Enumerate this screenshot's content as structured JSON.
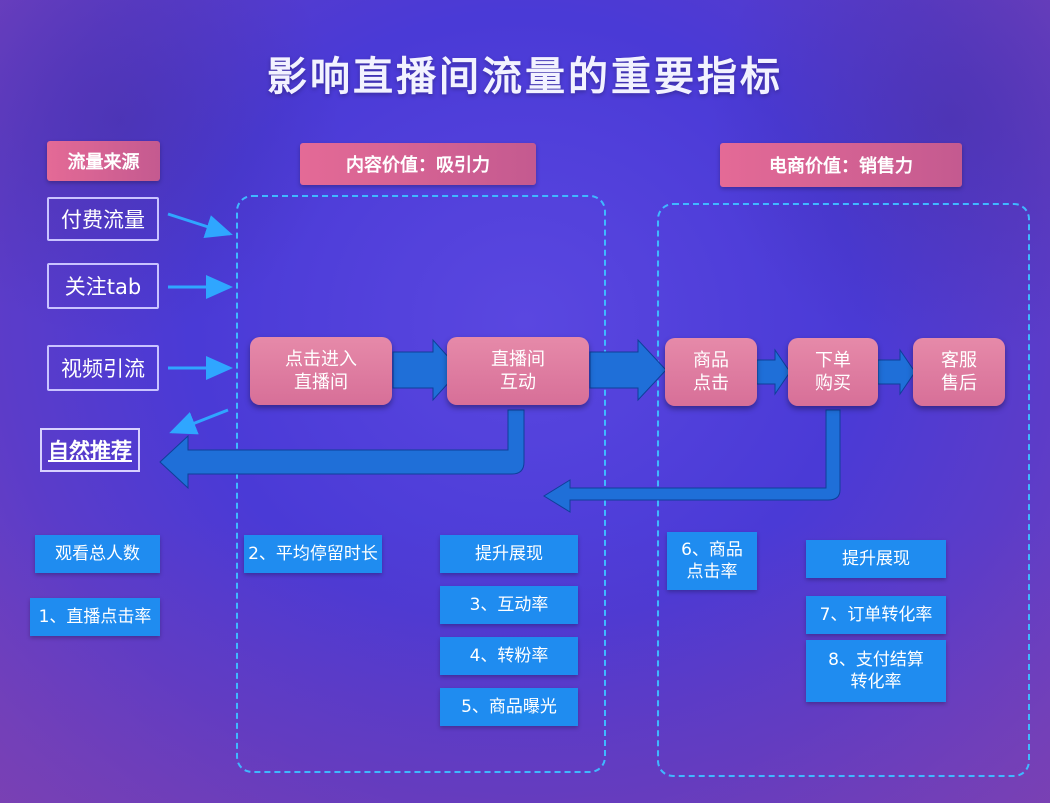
{
  "title": "影响直播间流量的重要指标",
  "headers": {
    "traffic_source": "流量来源",
    "content_value": "内容价值：吸引力",
    "ecommerce_value": "电商价值：销售力"
  },
  "sources": [
    "付费流量",
    "关注tab",
    "视频引流",
    "自然推荐"
  ],
  "steps": {
    "click_enter": "点击进入\n直播间",
    "interaction": "直播间\n互动",
    "product_click": "商品\n点击",
    "order": "下单\n购买",
    "after_sales": "客服\n售后"
  },
  "metrics": {
    "total_viewers": "观看总人数",
    "live_ctr": "1、直播点击率",
    "avg_stay": "2、平均停留时长",
    "boost_content": "提升展现",
    "interaction_rate": "3、互动率",
    "follow_rate": "4、转粉率",
    "product_exposure": "5、商品曝光",
    "product_ctr": "6、商品\n点击率",
    "boost_ecom": "提升展现",
    "order_conversion": "7、订单转化率",
    "payment_conversion": "8、支付结算\n转化率"
  },
  "colors": {
    "background": "#4a3ad6",
    "step_pink": "#e07fa3",
    "metric_blue": "#1f8cf0",
    "arrow_blue": "#1f7fe0",
    "dashed_border": "#3fb8ff"
  }
}
